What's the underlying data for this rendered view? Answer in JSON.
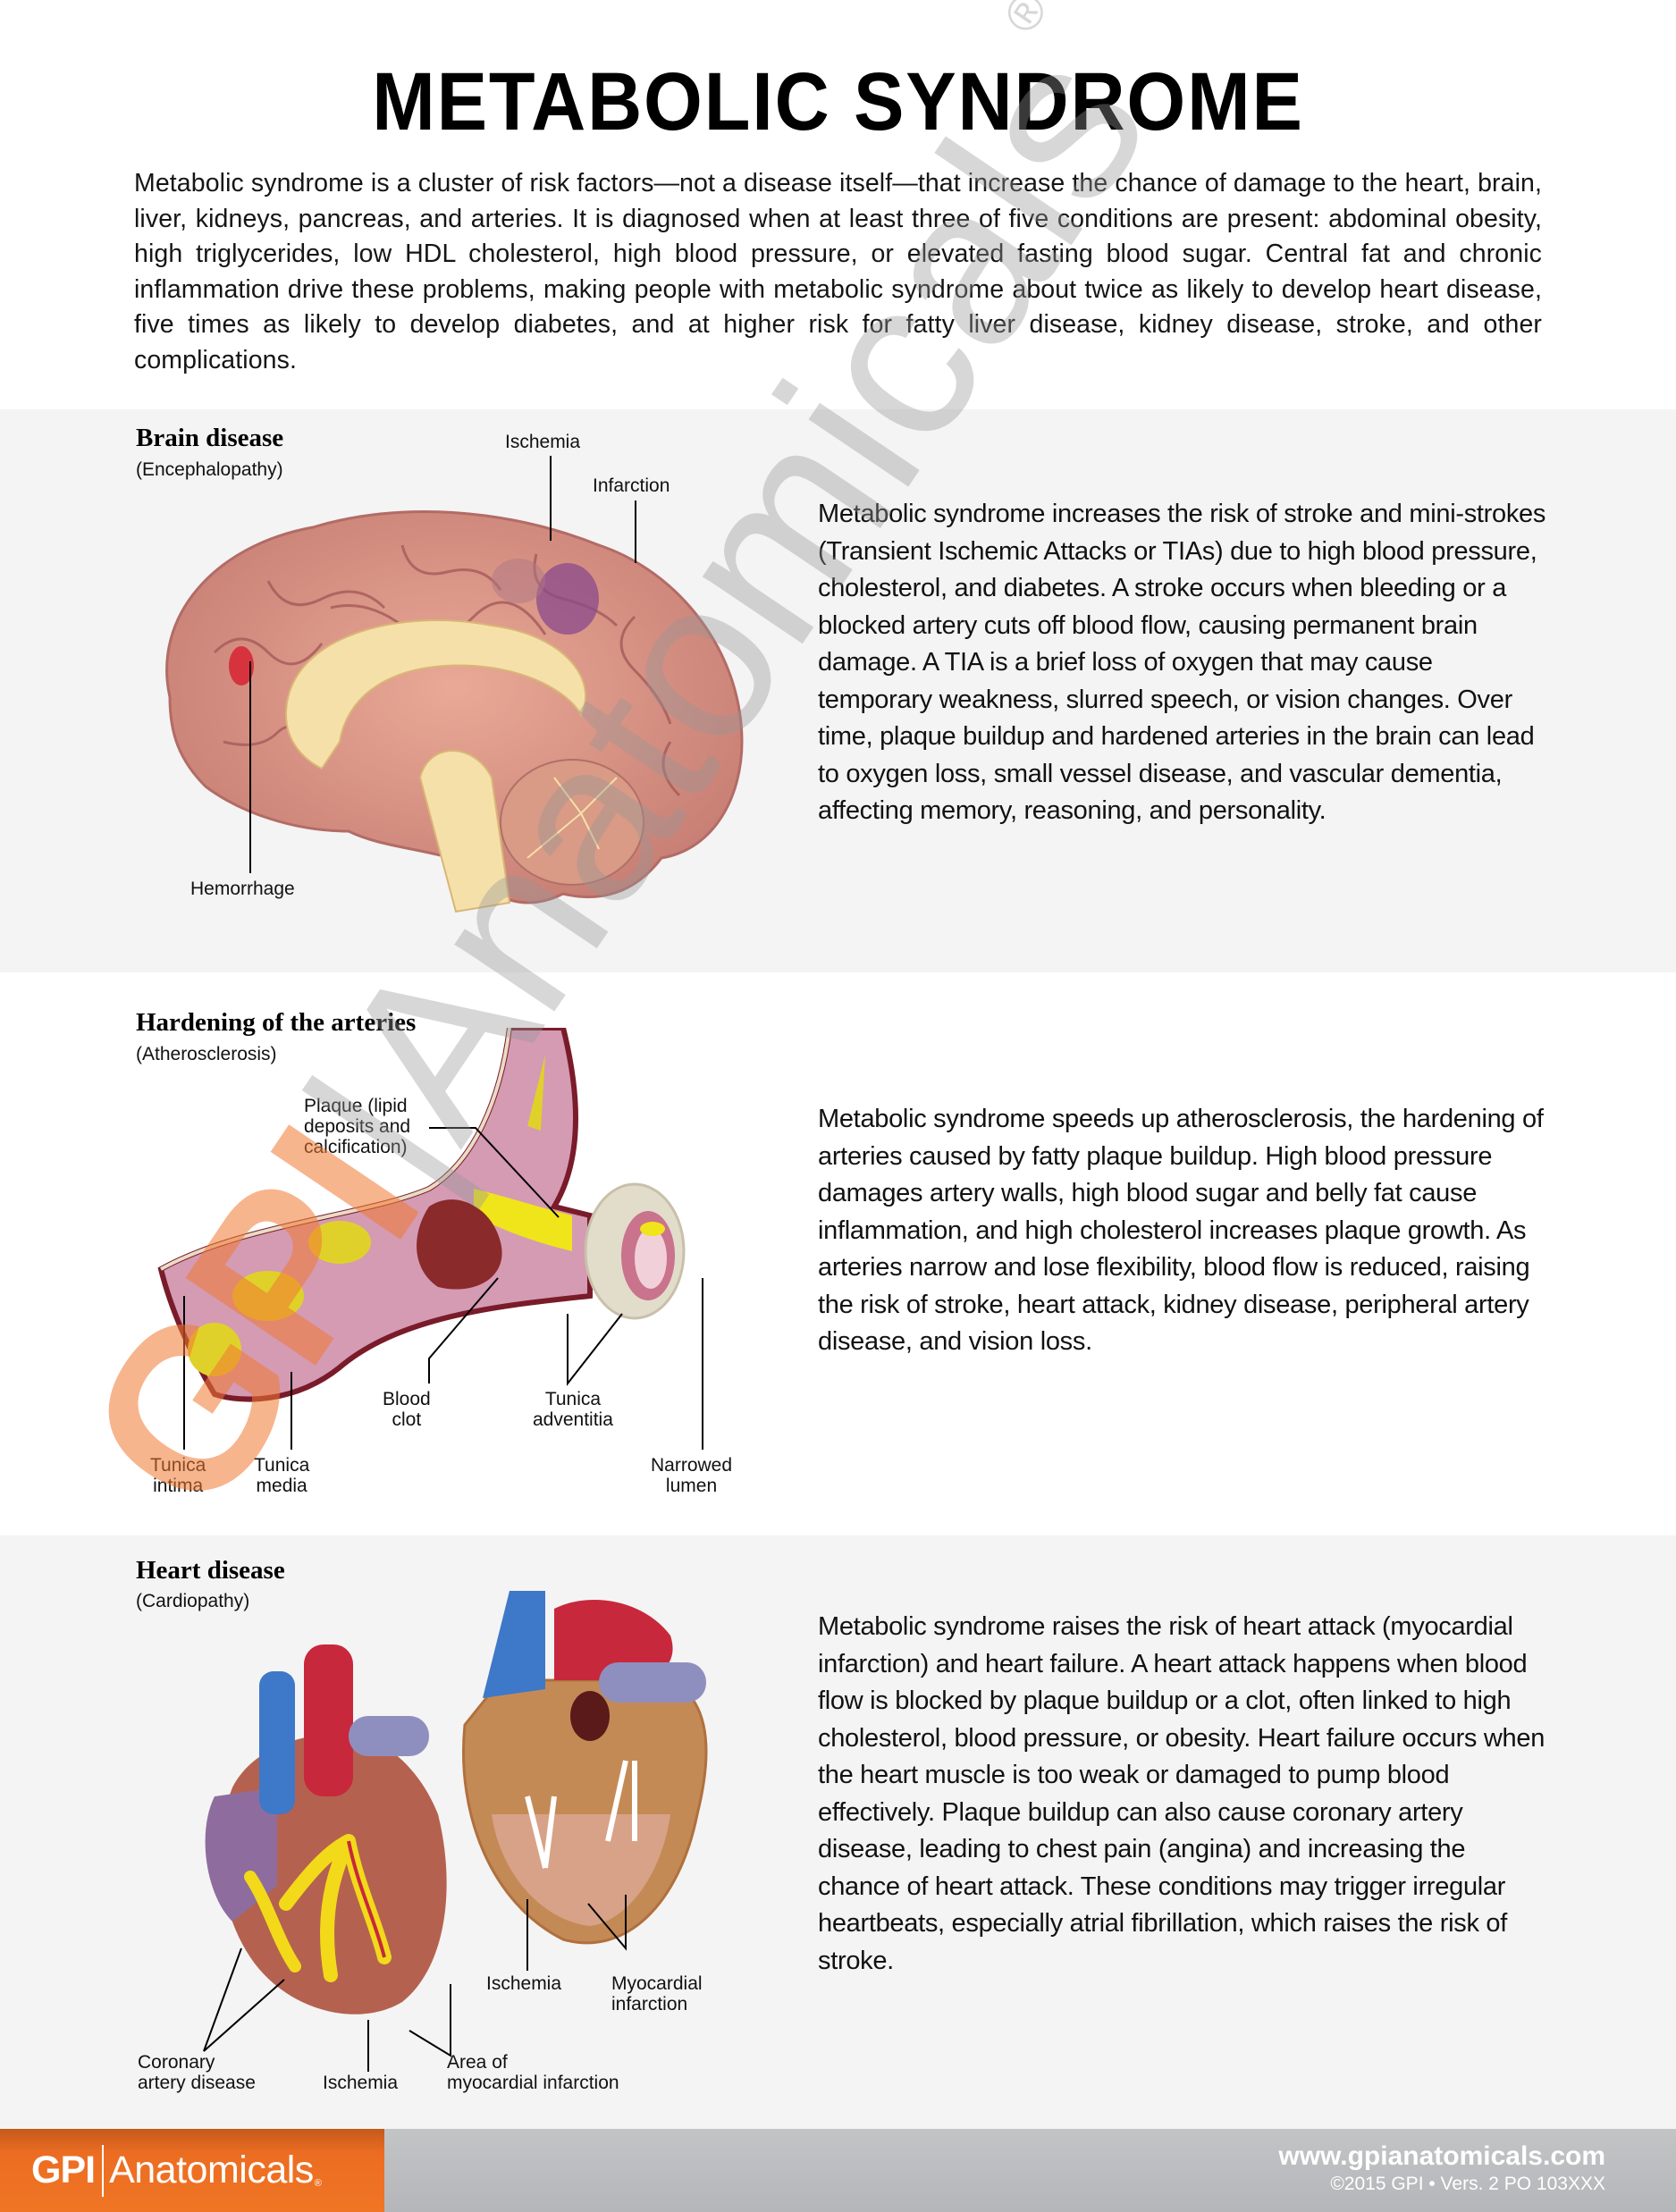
{
  "title": "METABOLIC SYNDROME",
  "intro": "Metabolic syndrome is a cluster of risk factors—not a disease itself—that increase the chance of damage to the heart, brain, liver, kidneys, pancreas, and arteries. It is diagnosed when at least three of five conditions are present: abdominal obesity, high triglycerides, low HDL cholesterol, high blood pressure, or elevated fasting blood sugar. Central fat and chronic inflammation drive these problems, making people with metabolic syndrome about twice as likely to develop heart disease, five times as likely to develop diabetes, and at higher risk for fatty liver disease, kidney disease, stroke, and other complications.",
  "sections": {
    "brain": {
      "title": "Brain disease",
      "subtitle": "(Encephalopathy)",
      "labels": {
        "ischemia": "Ischemia",
        "infarction": "Infarction",
        "hemorrhage": "Hemorrhage"
      },
      "text": "Metabolic syndrome increases the risk of stroke and mini-strokes (Transient Ischemic Attacks or TIAs) due to high blood pressure, cholesterol, and diabetes. A stroke occurs when bleeding or a blocked artery cuts off blood flow, causing permanent brain damage. A TIA is a brief loss of oxygen that may cause temporary weakness, slurred speech, or vision changes. Over time, plaque buildup and hardened arteries in the brain can lead to oxygen loss, small vessel disease, and vascular dementia, affecting memory, reasoning, and personality."
    },
    "arteries": {
      "title": "Hardening of the arteries",
      "subtitle": "(Atherosclerosis)",
      "labels": {
        "plaque_1": "Plaque (lipid",
        "plaque_2": "deposits and",
        "plaque_3": "calcification)",
        "blood_clot_1": "Blood",
        "blood_clot_2": "clot",
        "adventitia_1": "Tunica",
        "adventitia_2": "adventitia",
        "intima_1": "Tunica",
        "intima_2": "intima",
        "media_1": "Tunica",
        "media_2": "media",
        "lumen_1": "Narrowed",
        "lumen_2": "lumen"
      },
      "text": "Metabolic syndrome speeds up atherosclerosis, the hardening of arteries caused by fatty plaque buildup. High blood pressure damages artery walls, high blood sugar and belly fat cause inflammation, and high cholesterol increases plaque growth. As arteries narrow and lose flexibility, blood flow is reduced, raising the risk of stroke, heart attack, kidney disease, peripheral artery disease, and vision loss."
    },
    "heart": {
      "title": "Heart disease",
      "subtitle": "(Cardiopathy)",
      "labels": {
        "ischemia_right": "Ischemia",
        "myocardial_1": "Myocardial",
        "myocardial_2": "infarction",
        "coronary_1": "Coronary",
        "coronary_2": "artery disease",
        "ischemia_left": "Ischemia",
        "area_1": "Area of",
        "area_2": "myocardial infarction"
      },
      "text": "Metabolic syndrome raises the risk of heart attack (myocardial infarction) and heart failure. A heart attack happens when blood flow is blocked by plaque buildup or a clot, often linked to high cholesterol, blood pressure, or obesity. Heart failure occurs when the heart muscle is too weak or damaged to pump blood effectively. Plaque buildup can also cause coronary artery disease, leading to chest pain (angina) and increasing the chance of heart attack. These conditions may trigger irregular heartbeats, especially atrial fibrillation, which raises the risk of stroke."
    }
  },
  "watermark": {
    "gpi": "GPI",
    "sep": "|",
    "anatomicals": "Anatomicals",
    "reg": "®"
  },
  "footer": {
    "logo_gpi": "GPI",
    "logo_anatomicals": "Anatomicals",
    "logo_reg": "®",
    "url": "www.gpianatomicals.com",
    "copyright": "©2015 GPI • Vers. 2 PO 103XXX"
  },
  "colors": {
    "brand_orange": "#ef7424",
    "band_gray": "#f4f4f4",
    "footer_gray": "#b9babc"
  }
}
